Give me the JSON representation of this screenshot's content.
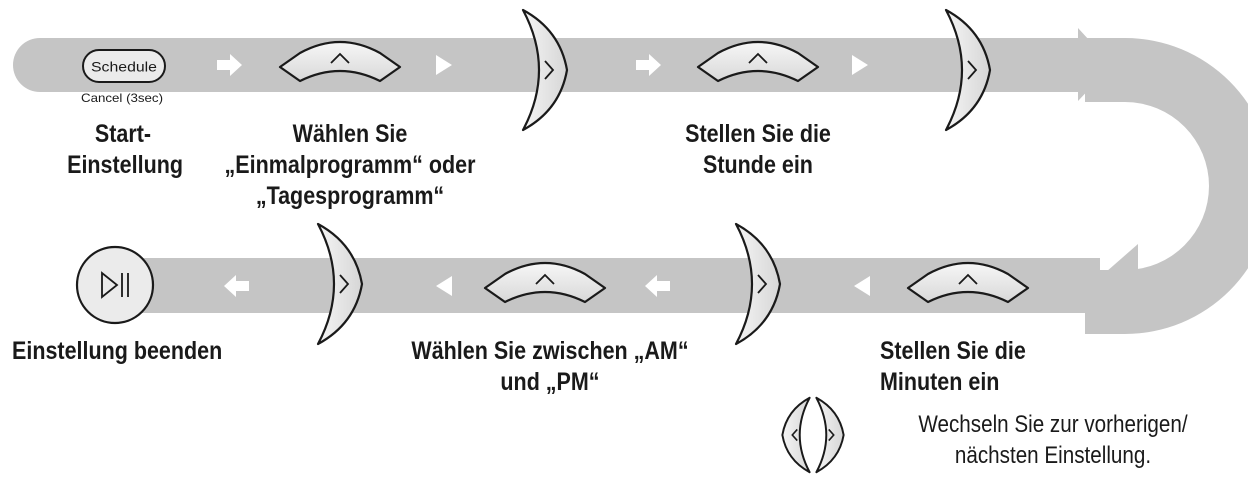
{
  "schedule_button": {
    "label": "Schedule",
    "caption": "Cancel (3sec)"
  },
  "steps": [
    {
      "id": "start",
      "lines": [
        "Start-",
        "Einstellung"
      ]
    },
    {
      "id": "select-program",
      "lines": [
        "Wählen Sie",
        "„Einmalprogramm“ oder",
        "„Tagesprogramm“"
      ]
    },
    {
      "id": "set-hour",
      "lines": [
        "Stellen Sie die",
        "Stunde ein"
      ]
    },
    {
      "id": "set-minutes",
      "lines": [
        "Stellen Sie die",
        "Minuten ein"
      ]
    },
    {
      "id": "select-am-pm",
      "lines": [
        "Wählen Sie zwischen „AM“",
        "und „PM“"
      ]
    },
    {
      "id": "finish",
      "lines": [
        "Einstellung beenden"
      ]
    }
  ],
  "legend": {
    "lines": [
      "Wechseln Sie zur vorherigen/",
      "nächsten Einstellung."
    ]
  },
  "colors": {
    "track": "#c5c5c5",
    "arrow_marks": "#ffffff",
    "key_fill": "#ebebeb",
    "key_stroke": "#1a1a1a",
    "text": "#1a1a1a"
  },
  "icons": {
    "up_key": "chevron-up-icon",
    "next_key": "chevron-right-icon",
    "prev_key": "chevron-left-icon",
    "play_pause": "play-pause-icon"
  }
}
